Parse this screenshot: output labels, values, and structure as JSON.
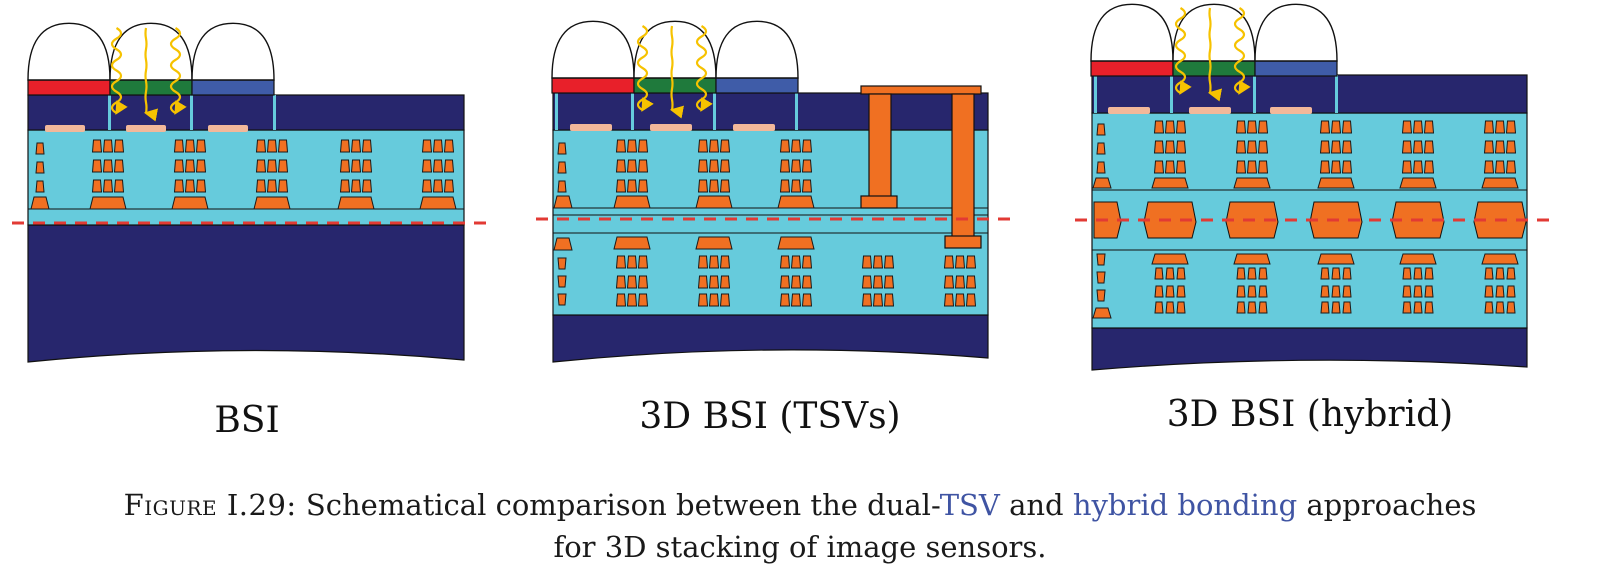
{
  "diagrams": [
    {
      "label": "BSI"
    },
    {
      "label": "3D BSI (TSVs)"
    },
    {
      "label": "3D BSI (hybrid)"
    }
  ],
  "caption": {
    "figure_label": "Figure I.29:",
    "text_before": "Schematical comparison between the dual-",
    "link1": "TSV",
    "text_mid": "and",
    "link2": "hybrid bonding",
    "text_after": "approaches",
    "line2": "for 3D stacking of image sensors."
  },
  "colors": {
    "substrate": "#27266d",
    "oxide": "#66cbdc",
    "metal": "#f07022",
    "photodiode": "#f2b89a",
    "filter_red": "#e8202a",
    "filter_green": "#1f7a3c",
    "filter_blue": "#3f5ca8",
    "cut_line": "#e23a34",
    "light_ray": "#f6c200"
  },
  "icons": [
    "microlens-icon",
    "light-ray-icon",
    "tsv-via-icon",
    "bond-interface-icon"
  ]
}
